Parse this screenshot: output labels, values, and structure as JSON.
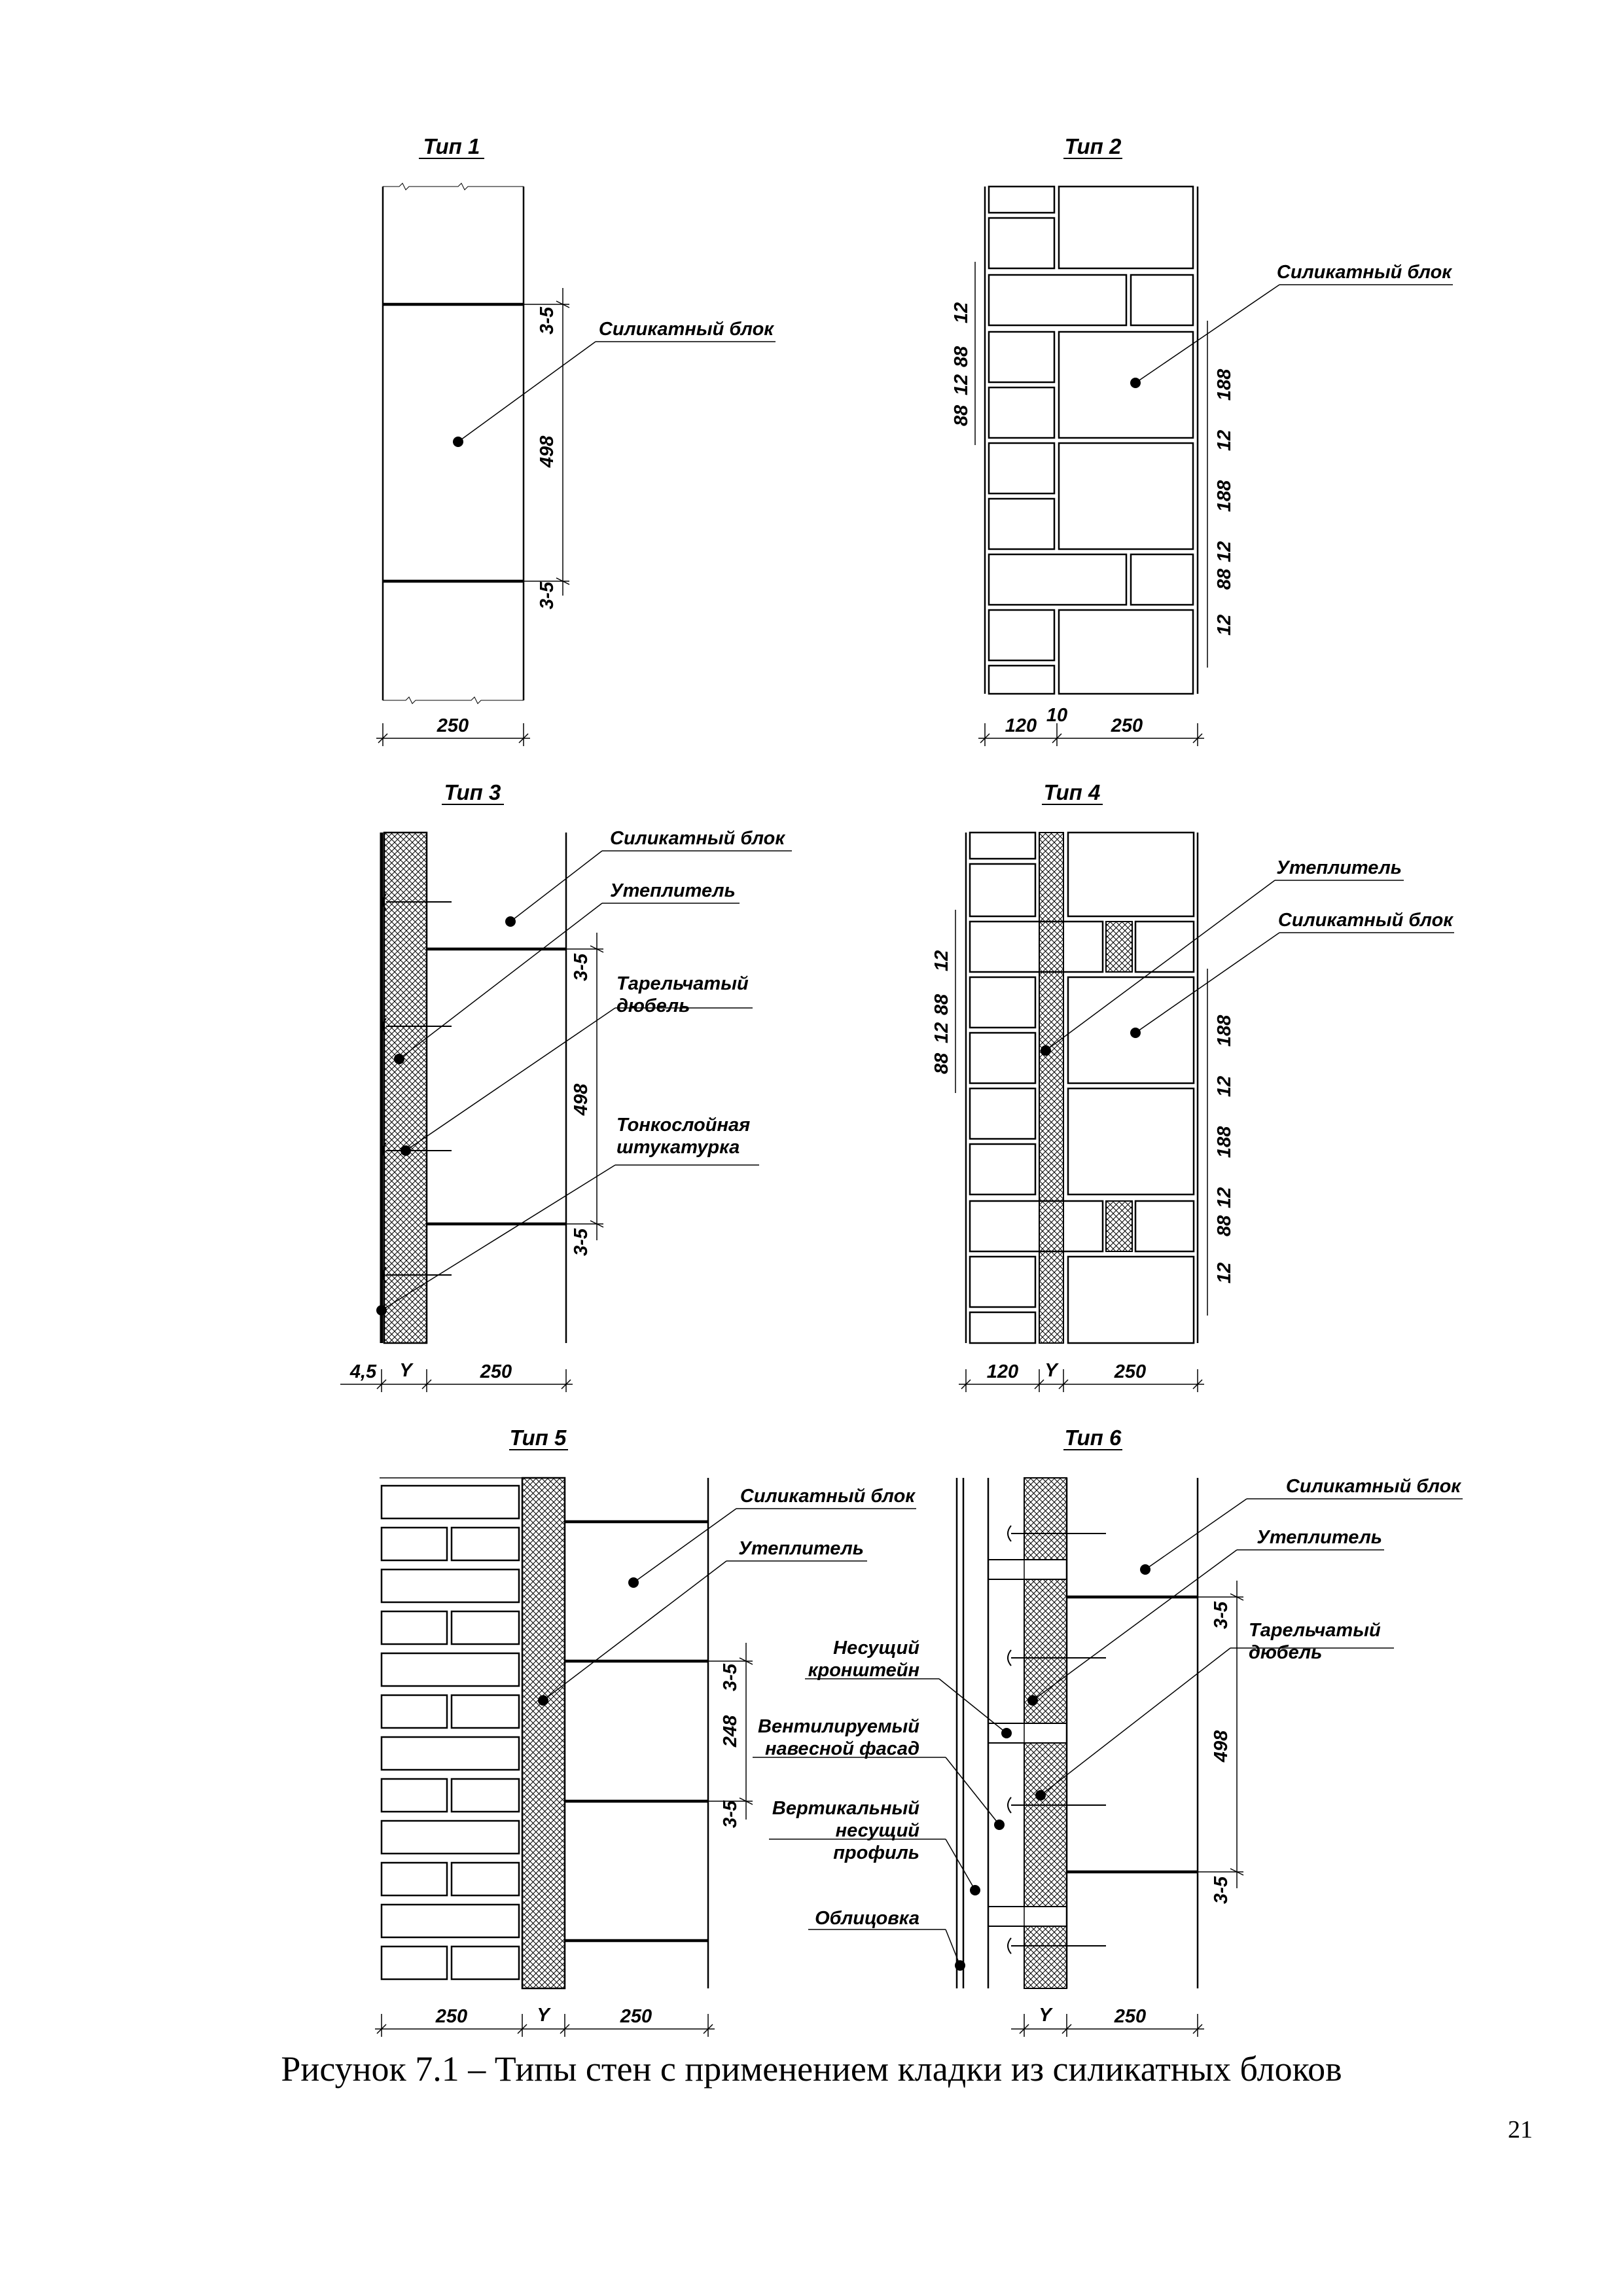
{
  "figure": {
    "caption": "Рисунок 7.1 – Типы стен с применением кладки из силикатных блоков",
    "page_number": "21"
  },
  "panels": {
    "t1": {
      "title": "Тип 1",
      "labels": {
        "block": "Силикатный блок"
      },
      "dims": {
        "joint_top": "3-5",
        "height": "498",
        "joint_bottom": "3-5",
        "width": "250"
      }
    },
    "t2": {
      "title": "Тип 2",
      "labels": {
        "block": "Силикатный блок"
      },
      "dims": {
        "l_12": "12",
        "l_88a": "88",
        "l_12b": "12",
        "l_88b": "88",
        "r_188a": "188",
        "r_12a": "12",
        "r_188b": "188",
        "r_12b": "12",
        "r_88": "88",
        "r_12c": "12",
        "w_120": "120",
        "w_10": "10",
        "w_250": "250"
      }
    },
    "t3": {
      "title": "Тип 3",
      "labels": {
        "block": "Силикатный блок",
        "insulation": "Утеплитель",
        "dowel_1": "Тарельчатый",
        "dowel_2": "дюбель",
        "plaster_1": "Тонкослойная",
        "plaster_2": "штукатурка"
      },
      "dims": {
        "joint_top": "3-5",
        "height": "498",
        "joint_bottom": "3-5",
        "w_plaster": "4,5",
        "w_ins": "Y",
        "w_block": "250"
      }
    },
    "t4": {
      "title": "Тип 4",
      "labels": {
        "insulation": "Утеплитель",
        "block": "Силикатный блок"
      },
      "dims": {
        "l_12": "12",
        "l_88a": "88",
        "l_12b": "12",
        "l_88b": "88",
        "r_188a": "188",
        "r_12a": "12",
        "r_188b": "188",
        "r_12b": "12",
        "r_88": "88",
        "r_12c": "12",
        "w_120": "120",
        "w_ins": "Y",
        "w_250": "250"
      }
    },
    "t5": {
      "title": "Тип 5",
      "labels": {
        "block": "Силикатный блок",
        "insulation": "Утеплитель"
      },
      "dims": {
        "joint_top": "3-5",
        "height": "248",
        "joint_bottom": "3-5",
        "w_brick": "250",
        "w_ins": "Y",
        "w_block": "250"
      }
    },
    "t6": {
      "title": "Тип 6",
      "labels": {
        "block": "Силикатный блок",
        "insulation": "Утеплитель",
        "dowel_1": "Тарельчатый",
        "dowel_2": "дюбель",
        "bracket_1": "Несущий",
        "bracket_2": "кронштейн",
        "facade_1": "Вентилируемый",
        "facade_2": "навесной фасад",
        "profile_1": "Вертикальный",
        "profile_2": "несущий",
        "profile_3": "профиль",
        "cladding": "Облицовка"
      },
      "dims": {
        "joint_top": "3-5",
        "height": "498",
        "joint_bottom": "3-5",
        "w_ins": "Y",
        "w_block": "250"
      }
    }
  }
}
